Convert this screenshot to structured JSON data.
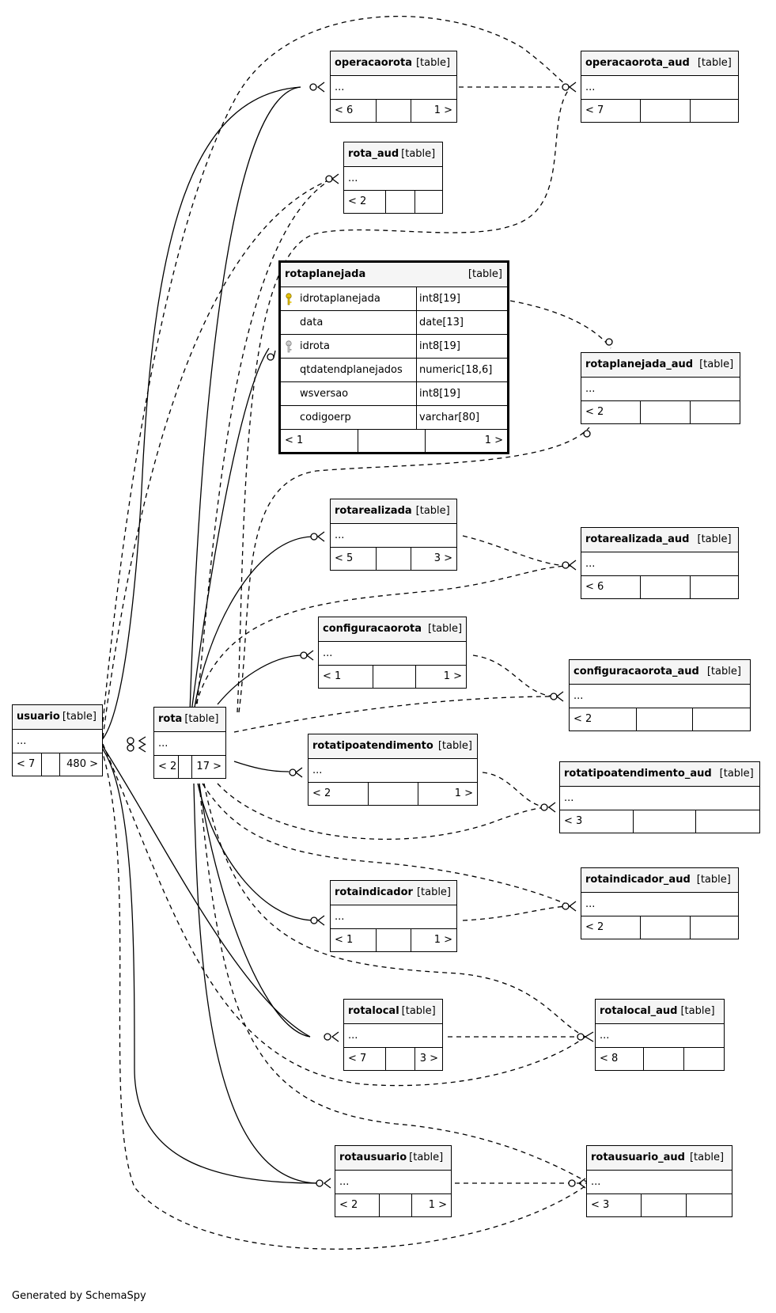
{
  "tables": {
    "operacaorota": {
      "name": "operacaorota",
      "type": "[table]",
      "rows": "...",
      "footer": [
        "< 6",
        "",
        "1 >"
      ]
    },
    "operacaorota_aud": {
      "name": "operacaorota_aud",
      "type": "[table]",
      "rows": "...",
      "footer": [
        "< 7",
        "",
        ""
      ]
    },
    "rota_aud": {
      "name": "rota_aud",
      "type": "[table]",
      "rows": "...",
      "footer": [
        "< 2",
        "",
        ""
      ]
    },
    "rotaplanejada_aud": {
      "name": "rotaplanejada_aud",
      "type": "[table]",
      "rows": "...",
      "footer": [
        "< 2",
        "",
        ""
      ]
    },
    "rotarealizada": {
      "name": "rotarealizada",
      "type": "[table]",
      "rows": "...",
      "footer": [
        "< 5",
        "",
        "3 >"
      ]
    },
    "rotarealizada_aud": {
      "name": "rotarealizada_aud",
      "type": "[table]",
      "rows": "...",
      "footer": [
        "< 6",
        "",
        ""
      ]
    },
    "configuracaorota": {
      "name": "configuracaorota",
      "type": "[table]",
      "rows": "...",
      "footer": [
        "< 1",
        "",
        "1 >"
      ]
    },
    "configuracaorota_aud": {
      "name": "configuracaorota_aud",
      "type": "[table]",
      "rows": "...",
      "footer": [
        "< 2",
        "",
        ""
      ]
    },
    "rotatipoatendimento": {
      "name": "rotatipoatendimento",
      "type": "[table]",
      "rows": "...",
      "footer": [
        "< 2",
        "",
        "1 >"
      ]
    },
    "rotatipoatendimento_aud": {
      "name": "rotatipoatendimento_aud",
      "type": "[table]",
      "rows": "...",
      "footer": [
        "< 3",
        "",
        ""
      ]
    },
    "rotaindicador": {
      "name": "rotaindicador",
      "type": "[table]",
      "rows": "...",
      "footer": [
        "< 1",
        "",
        "1 >"
      ]
    },
    "rotaindicador_aud": {
      "name": "rotaindicador_aud",
      "type": "[table]",
      "rows": "...",
      "footer": [
        "< 2",
        "",
        ""
      ]
    },
    "rotalocal": {
      "name": "rotalocal",
      "type": "[table]",
      "rows": "...",
      "footer": [
        "< 7",
        "",
        "3 >"
      ]
    },
    "rotalocal_aud": {
      "name": "rotalocal_aud",
      "type": "[table]",
      "rows": "...",
      "footer": [
        "< 8",
        "",
        ""
      ]
    },
    "rotausuario": {
      "name": "rotausuario",
      "type": "[table]",
      "rows": "...",
      "footer": [
        "< 2",
        "",
        "1 >"
      ]
    },
    "rotausuario_aud": {
      "name": "rotausuario_aud",
      "type": "[table]",
      "rows": "...",
      "footer": [
        "< 3",
        "",
        ""
      ]
    },
    "usuario": {
      "name": "usuario",
      "type": "[table]",
      "rows": "...",
      "footer": [
        "< 7",
        "",
        "480 >"
      ]
    },
    "rota": {
      "name": "rota",
      "type": "[table]",
      "rows": "...",
      "footer": [
        "< 2",
        "",
        "17 >"
      ]
    }
  },
  "focus": {
    "name": "rotaplanejada",
    "type": "[table]",
    "columns": [
      {
        "name": "idrotaplanejada",
        "type": "int8[19]",
        "key": "primary"
      },
      {
        "name": "data",
        "type": "date[13]",
        "key": ""
      },
      {
        "name": "idrota",
        "type": "int8[19]",
        "key": "foreign"
      },
      {
        "name": "qtdatendplanejados",
        "type": "numeric[18,6]",
        "key": ""
      },
      {
        "name": "wsversao",
        "type": "int8[19]",
        "key": ""
      },
      {
        "name": "codigoerp",
        "type": "varchar[80]",
        "key": ""
      }
    ],
    "footer": [
      "< 1",
      "",
      "1 >"
    ]
  },
  "colors": {
    "primary_key": "#e6c200",
    "foreign_key": "#9a9a9a",
    "header_bg": "#f5f5f5"
  },
  "generated_by": "Generated by SchemaSpy"
}
